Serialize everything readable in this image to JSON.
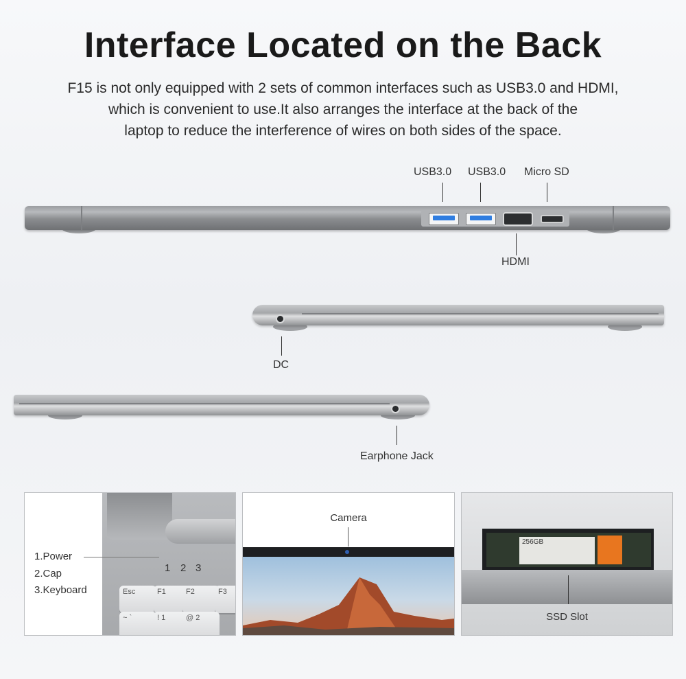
{
  "title": "Interface Located on the Back",
  "description": [
    "F15 is not only equipped with 2 sets of common interfaces such as USB3.0 and HDMI,",
    "which is convenient to use.It also arranges the interface at the back of the",
    "laptop to reduce the interference of wires on both sides of the space."
  ],
  "back_ports": {
    "usb1": "USB3.0",
    "usb2": "USB3.0",
    "microsd": "Micro SD",
    "hdmi": "HDMI"
  },
  "side_ports": {
    "dc": "DC",
    "earphone": "Earphone Jack"
  },
  "panels": {
    "indicators": {
      "items": [
        "1.Power",
        "2.Cap",
        "3.Keyboard"
      ],
      "numbers": [
        "1",
        "2",
        "3"
      ],
      "keys": [
        "Esc",
        "F1",
        "F2",
        "F3",
        "~",
        "!",
        "@"
      ],
      "keys_row2": [
        "`",
        "1",
        "2"
      ]
    },
    "camera": {
      "label": "Camera"
    },
    "ssd": {
      "label": "SSD Slot",
      "chip_text": "256GB"
    }
  },
  "colors": {
    "usb_blue": "#2f7de0",
    "chassis": "#9b9da0",
    "ssd_orange": "#e8761f"
  }
}
